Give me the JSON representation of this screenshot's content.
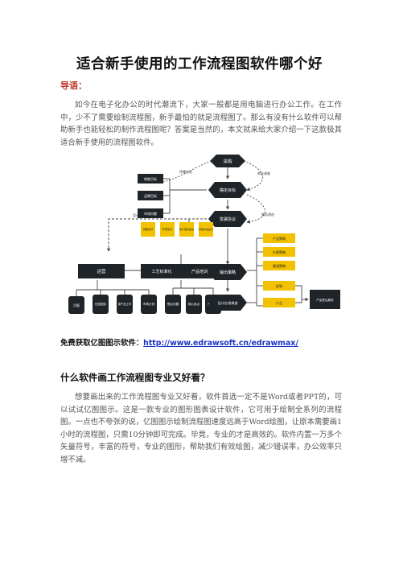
{
  "title": "适合新手使用的工作流程图软件哪个好",
  "lead_label": "导语：",
  "paragraph_1": "如今在电子化办公的时代潮流下，大家一般都是用电脑进行办公工作。在工作中，少不了需要绘制流程图，新手最怕的就是流程图了。那么有没有什么软件可以帮助新手也能轻松的制作流程图呢？答案是当然的，本文就来给大家介绍一下这款极其适合新手使用的流程图软件。",
  "free_link_label": "免费获取亿图图示软件：",
  "free_link_url": "http://www.edrawsoft.cn/edrawmax/",
  "section_heading": "什么软件画工作流程图专业又好看？",
  "paragraph_2": "想要画出来的工作流程图专业又好看，软件首选一定不是Word或者PPT的，可以试试亿图图示。这是一款专业的图形图表设计软件，它可用于绘制全系列的流程图。一点也不夸张的说，亿图图示绘制流程图速度远高于Word绘图，让原本需要画1小时的流程图，只需10分钟即可完成。毕竟，专业的才是高效的。软件内置一万多个矢量符号，丰富的符号，专业的图形，帮助我们有效绘图，减少错误率，办公效率只增不减。",
  "flowchart": {
    "colors": {
      "dark": "#1f2429",
      "yellow": "#f2c200",
      "edge": "#444444"
    },
    "nodes": {
      "top": "采购",
      "goal": "确定目标",
      "left_1": "销售目标",
      "left_2": "品牌目标",
      "left_3": "市场份额",
      "agree": "签署协议",
      "y1": "功能设计",
      "y2": "开发设计",
      "y3": "客户服务提案",
      "y4": "营销文档设计",
      "ops": "运营",
      "craft": "工艺标准化",
      "train": "产品培训",
      "release": "输出策略",
      "annual": "月报",
      "line_t": "在线团队",
      "channel": "新产品上市",
      "market": "市场计划",
      "after": "售后问题",
      "core": "核心卖点",
      "know": "产品知识",
      "plan": "设计在线调查",
      "r1": "产品策略",
      "r2": "价格策略",
      "r3": "渠道策略",
      "r4": "促销",
      "r5": "产品",
      "final": "产品售后服务"
    },
    "edges": {
      "e1": "传播分析",
      "e2": "商业调查",
      "e3": "服务改进",
      "e4": "设计团队配置支持"
    }
  }
}
